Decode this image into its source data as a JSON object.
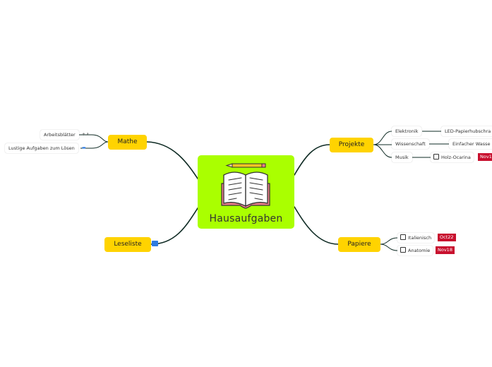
{
  "center": {
    "title": "Hausaufgaben",
    "icon": "open-book-with-pencil-icon"
  },
  "topics": {
    "mathe": {
      "label": "Mathe",
      "children": [
        "Arbeitsblätter",
        "Lustige Aufgaben zum Lösen"
      ]
    },
    "leseliste": {
      "label": "Leseliste"
    },
    "projekte": {
      "label": "Projekte",
      "children": [
        {
          "label": "Elektronik",
          "child": "LED-Papierhubschra"
        },
        {
          "label": "Wissenschaft",
          "child": "Einfacher Wasse"
        },
        {
          "label": "Musik",
          "child": "Holz-Ocarina",
          "due": "Nov1"
        }
      ]
    },
    "papiere": {
      "label": "Papiere",
      "children": [
        {
          "label": "Italienisch",
          "due": "Oct22"
        },
        {
          "label": "Anatomie",
          "due": "Nov18"
        }
      ]
    }
  },
  "colors": {
    "center": "#aaff00",
    "topic": "#ffd300",
    "line": "#0f2b24",
    "due": "#c8102e"
  }
}
